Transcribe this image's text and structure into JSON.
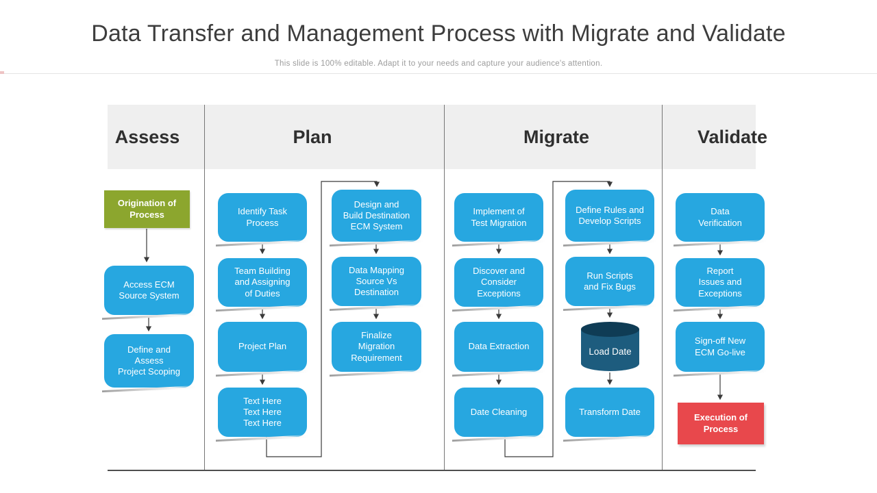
{
  "slide": {
    "title": "Data Transfer and Management Process with Migrate and Validate",
    "subtitle": "This slide is 100% editable. Adapt it to your needs and capture your audience's attention."
  },
  "columns": {
    "assess": "Assess",
    "plan": "Plan",
    "migrate": "Migrate",
    "validate": "Validate"
  },
  "nodes": {
    "origination": "Origination of\nProcess",
    "access_ecm": "Access ECM\nSource System",
    "define_assess": "Define and\nAssess\nProject Scoping",
    "identify_task": "Identify Task\nProcess",
    "team_building": "Team Building\nand Assigning\nof Duties",
    "project_plan": "Project Plan",
    "text_here": "Text Here\nText Here\nText Here",
    "design_build": "Design and\nBuild Destination\nECM System",
    "data_mapping": "Data Mapping\nSource Vs\nDestination",
    "finalize": "Finalize\nMigration\nRequirement",
    "implement": "Implement of\nTest Migration",
    "discover": "Discover and\nConsider\nExceptions",
    "data_extraction": "Data Extraction",
    "date_cleaning": "Date Cleaning",
    "define_rules": "Define Rules and\nDevelop Scripts",
    "run_scripts": "Run Scripts\nand Fix Bugs",
    "load_date": "Load Date",
    "transform_date": "Transform Date",
    "data_verification": "Data\nVerification",
    "report_issues": "Report\nIssues and\nExceptions",
    "sign_off": "Sign-off New\nECM Go-live",
    "execution": "Execution of\nProcess"
  },
  "colors": {
    "process_blue": "#27A7E0",
    "start_green": "#8CA62E",
    "end_red": "#E8484C",
    "cylinder_body": "#1D5C7E",
    "cylinder_top": "#0F3C55",
    "lane_header_bg": "#EFEFEF",
    "connector": "#3A3A3A"
  }
}
